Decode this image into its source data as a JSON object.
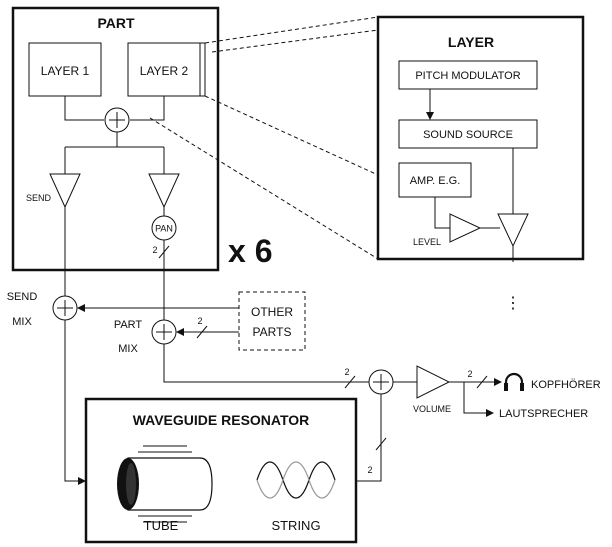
{
  "part": {
    "title": "PART",
    "layer1": "LAYER 1",
    "layer2": "LAYER 2",
    "send": "SEND",
    "pan": "PAN",
    "pan_channels": "2",
    "multiplier": "x 6"
  },
  "layer": {
    "title": "LAYER",
    "pitch_modulator": "PITCH MODULATOR",
    "sound_source": "SOUND SOURCE",
    "amp_eg": "AMP. E.G.",
    "level": "LEVEL",
    "dots": "⋮"
  },
  "mixing": {
    "send_mix": [
      "SEND",
      "MIX"
    ],
    "part_mix": [
      "PART",
      "MIX"
    ],
    "other_parts": [
      "OTHER",
      "PARTS"
    ],
    "channel_count": "2"
  },
  "resonator": {
    "title": "WAVEGUIDE RESONATOR",
    "tube": "TUBE",
    "string": "STRING"
  },
  "output": {
    "volume": "VOLUME",
    "headphones": "KOPFHÖRER",
    "speakers": "LAUTSPRECHER"
  }
}
